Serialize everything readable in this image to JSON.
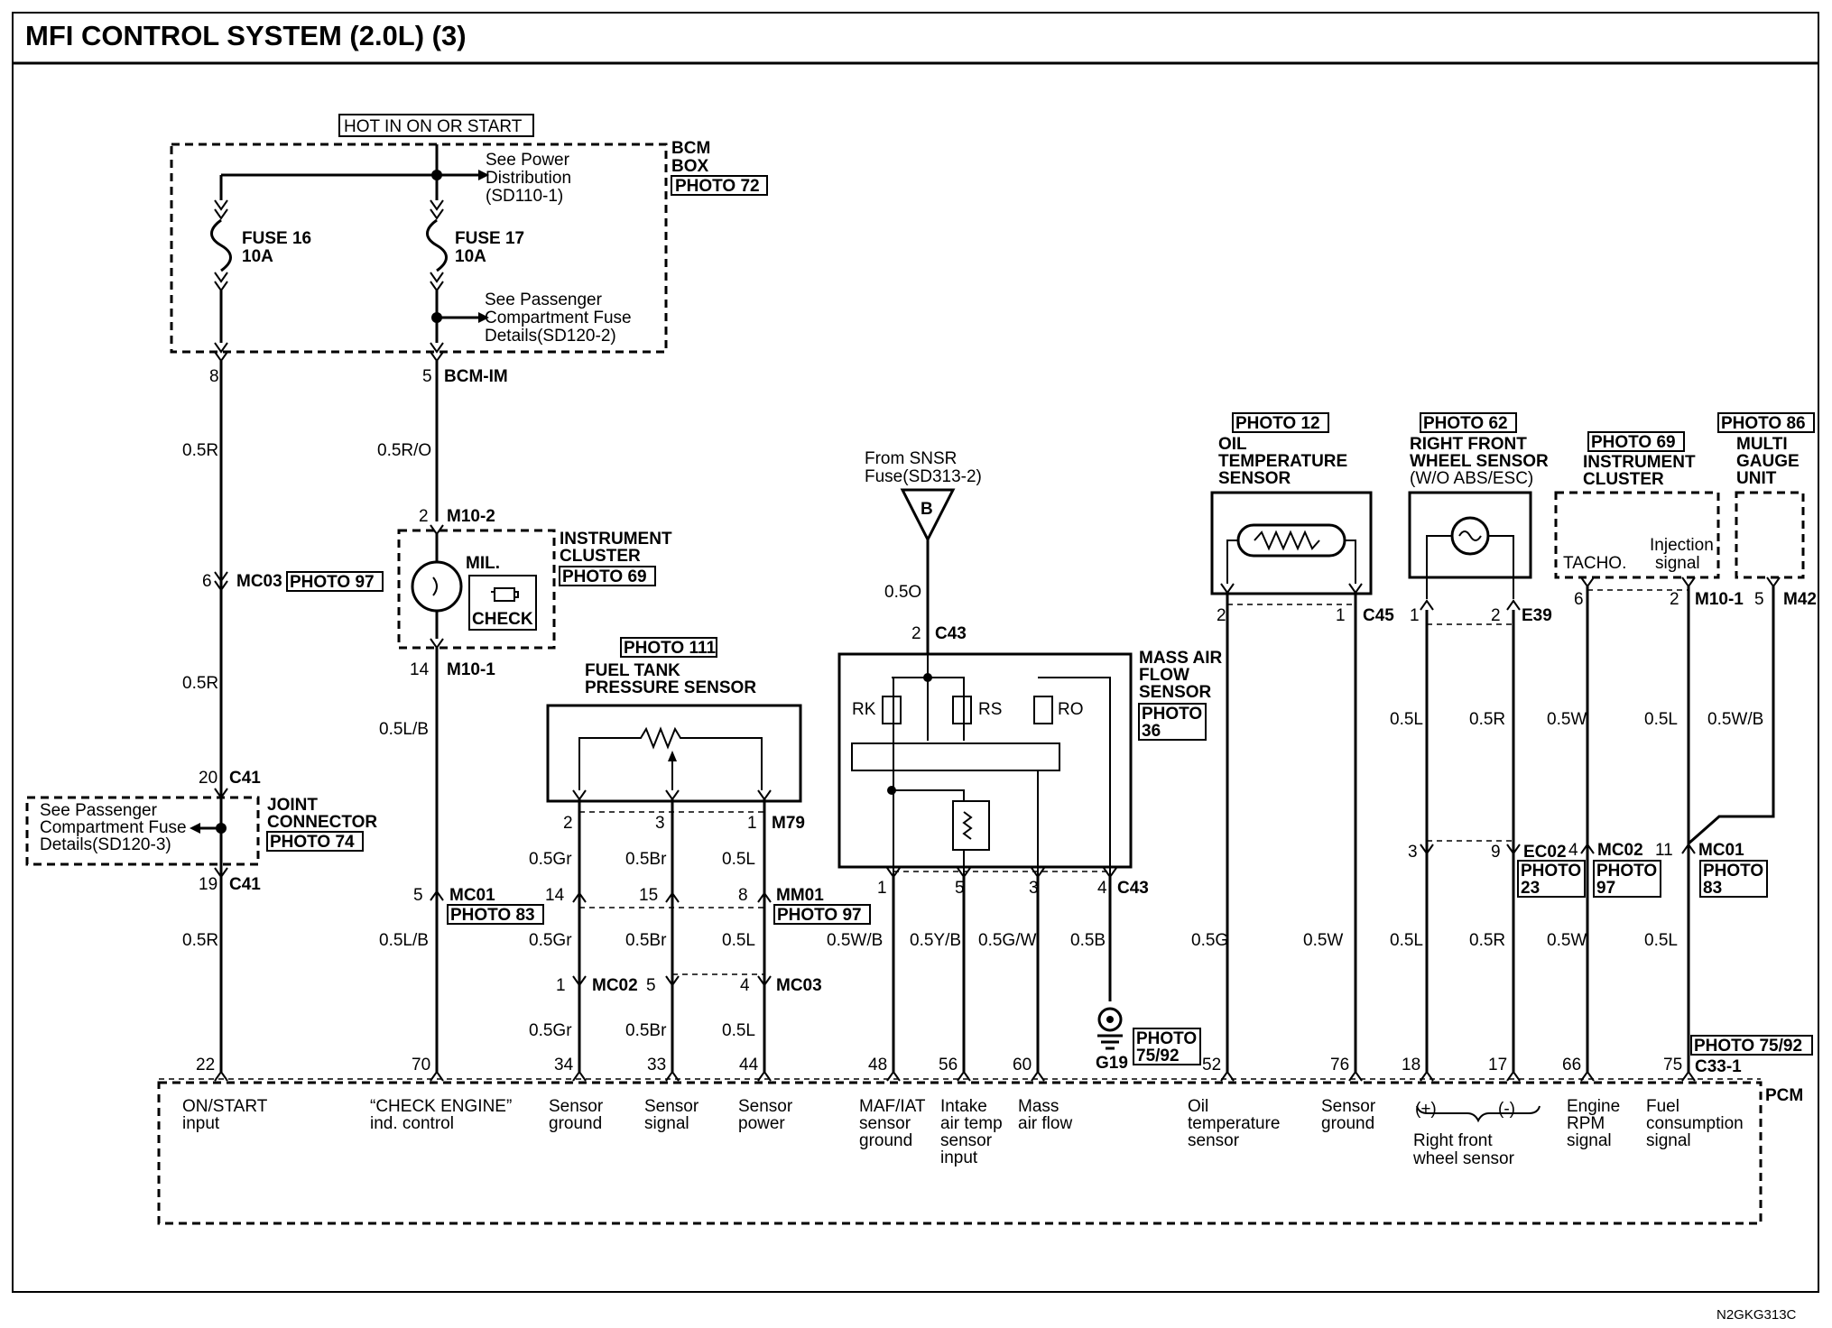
{
  "title": "MFI CONTROL SYSTEM (2.0L) (3)",
  "code": "N2GKG313C",
  "hot_label": "HOT IN ON OR START",
  "bcm": {
    "label1": "BCM",
    "label2": "BOX",
    "photo": "PHOTO 72",
    "power_ref": [
      "See Power",
      "Distribution",
      "(SD110-1)"
    ],
    "fuse_ref": [
      "See Passenger",
      "Compartment Fuse",
      "Details(SD120-2)"
    ],
    "fuse16": [
      "FUSE 16",
      "10A"
    ],
    "fuse17": [
      "FUSE 17",
      "10A"
    ],
    "pin_left": "8",
    "pin_right": "5",
    "bcm_im": "BCM-IM"
  },
  "wires": {
    "w05R": "0.5R",
    "w05RO": "0.5R/O",
    "w05LB": "0.5L/B",
    "w05O": "0.5O",
    "w05Gr": "0.5Gr",
    "w05Br": "0.5Br",
    "w05L": "0.5L",
    "w05WB": "0.5W/B",
    "w05YB": "0.5Y/B",
    "w05GW": "0.5G/W",
    "w05B": "0.5B",
    "w05G": "0.5G",
    "w05W": "0.5W"
  },
  "connectors": {
    "mc03": "MC03",
    "c41": "C41",
    "m10_2": "M10-2",
    "m10_1": "M10-1",
    "mc01": "MC01",
    "m79": "M79",
    "mm01": "MM01",
    "mc02": "MC02",
    "c43": "C43",
    "c45": "C45",
    "e39": "E39",
    "ec02": "EC02",
    "m42": "M42",
    "c33_1": "C33-1",
    "g19": "G19"
  },
  "pins": {
    "p6": "6",
    "p20": "20",
    "p19": "19",
    "p2": "2",
    "p14": "14",
    "p5": "5",
    "p3": "3",
    "p1": "1",
    "p15": "15",
    "p8": "8",
    "p4": "4",
    "p9": "9",
    "p11": "11"
  },
  "photos": {
    "p97": "PHOTO 97",
    "p74": "PHOTO 74",
    "p69": "PHOTO 69",
    "p83": "PHOTO 83",
    "p111": "PHOTO 111",
    "p12": "PHOTO 12",
    "p62": "PHOTO 62",
    "p86": "PHOTO 86",
    "p7592": "PHOTO 75/92",
    "photo": "PHOTO",
    "n36": "36",
    "n7592": "75/92",
    "n23": "23",
    "n97": "97",
    "n83": "83"
  },
  "joint": {
    "label": [
      "JOINT",
      "CONNECTOR"
    ],
    "ref": [
      "See Passenger",
      "Compartment Fuse",
      "Details(SD120-3)"
    ]
  },
  "cluster": {
    "label": [
      "INSTRUMENT",
      "CLUSTER"
    ],
    "mil": "MIL.",
    "check": "CHECK",
    "label2": [
      "INSTRUMENT",
      "CLUSTER"
    ],
    "tacho": "TACHO.",
    "inj": [
      "Injection",
      "signal"
    ]
  },
  "ftps": {
    "label": [
      "FUEL TANK",
      "PRESSURE SENSOR"
    ]
  },
  "maf": {
    "label": [
      "MASS AIR",
      "FLOW",
      "SENSOR"
    ],
    "from": [
      "From SNSR",
      "Fuse(SD313-2)"
    ],
    "b": "B",
    "rk": "RK",
    "rs": "RS",
    "ro": "RO"
  },
  "oil": {
    "label": [
      "OIL",
      "TEMPERATURE",
      "SENSOR"
    ]
  },
  "wheel": {
    "label": [
      "RIGHT FRONT",
      "WHEEL SENSOR",
      "(W/O ABS/ESC)"
    ]
  },
  "gauge": {
    "label": [
      "MULTI",
      "GAUGE",
      "UNIT"
    ]
  },
  "pcm": {
    "label": "PCM",
    "terms": [
      {
        "pin": "22",
        "text": [
          "ON/START",
          "input"
        ]
      },
      {
        "pin": "70",
        "text": [
          "“CHECK ENGINE”",
          "ind. control"
        ]
      },
      {
        "pin": "34",
        "text": [
          "Sensor",
          "ground"
        ]
      },
      {
        "pin": "33",
        "text": [
          "Sensor",
          "signal"
        ]
      },
      {
        "pin": "44",
        "text": [
          "Sensor",
          "power"
        ]
      },
      {
        "pin": "48",
        "text": [
          "MAF/IAT",
          "sensor",
          "ground"
        ]
      },
      {
        "pin": "56",
        "text": [
          "Intake",
          "air temp",
          "sensor",
          "input"
        ]
      },
      {
        "pin": "60",
        "text": [
          "Mass",
          "air flow"
        ]
      },
      {
        "pin": "52",
        "text": [
          "Oil",
          "temperature",
          "sensor"
        ]
      },
      {
        "pin": "76",
        "text": [
          "Sensor",
          "ground"
        ]
      },
      {
        "pin": "18",
        "text": []
      },
      {
        "pin": "17",
        "text": []
      },
      {
        "pin": "66",
        "text": [
          "Engine",
          "RPM",
          "signal"
        ]
      },
      {
        "pin": "75",
        "text": [
          "Fuel",
          "consumption",
          "signal"
        ]
      }
    ],
    "wheel_plus": "(+)",
    "wheel_minus": "(-)",
    "wheel_text": [
      "Right front",
      "wheel sensor"
    ]
  }
}
